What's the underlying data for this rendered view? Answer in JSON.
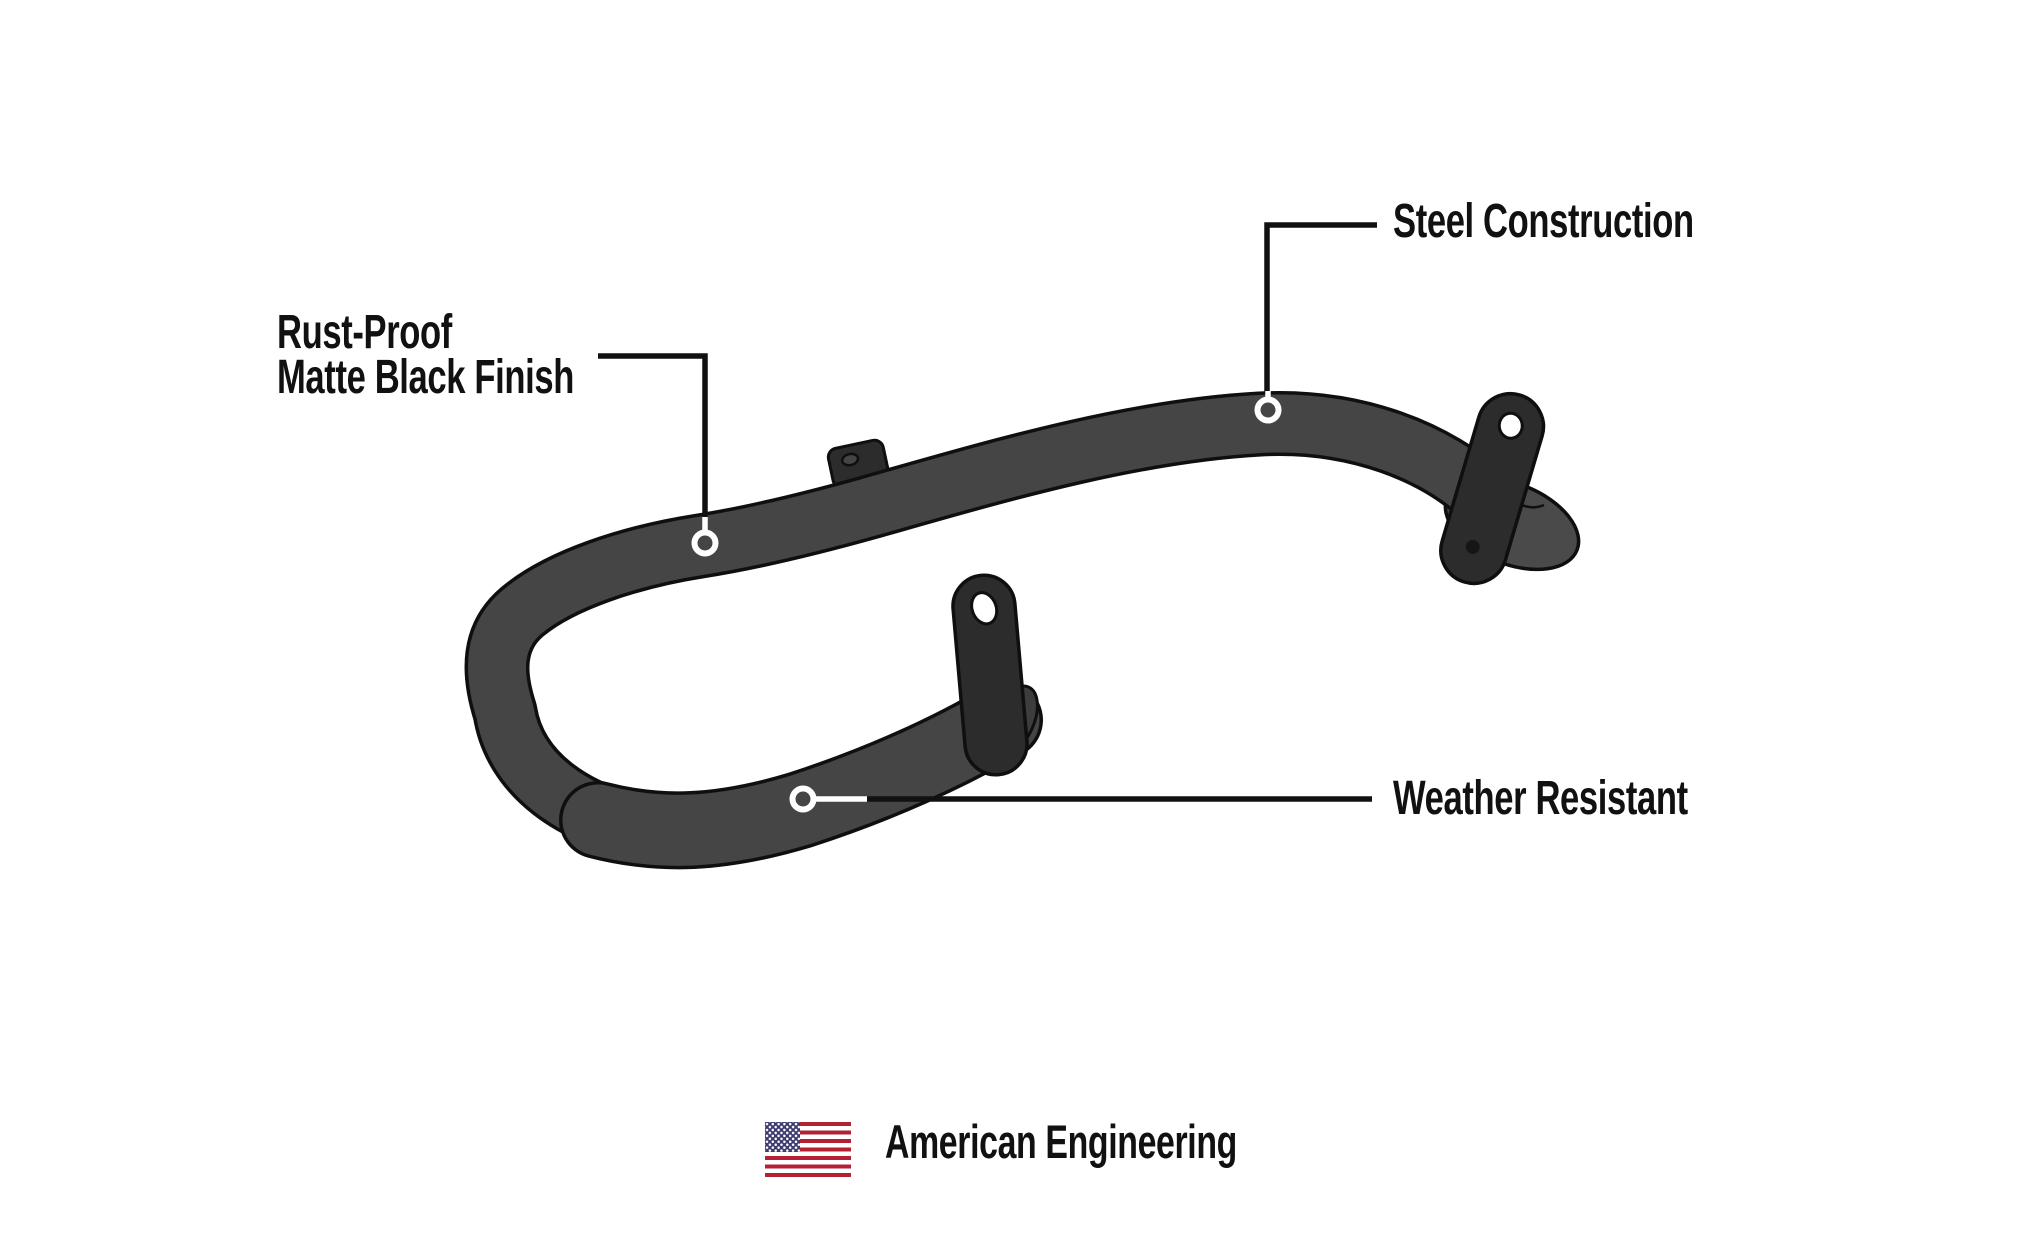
{
  "colors": {
    "background": "#ffffff",
    "tube": "#454545",
    "tube_end_cap": "#3d3d3d",
    "paddle": "#4a4a4a",
    "bracket": "#2c2c2c",
    "bracket_dot": "#161616",
    "tab_hole": "#444444",
    "outline": "#0f0f0f",
    "callout_line": "#111111",
    "marker_ring": "#ffffff",
    "text": "#111111",
    "flag_red": "#b22234",
    "flag_blue": "#3c3b6e",
    "flag_white": "#ffffff"
  },
  "callouts": {
    "steel": {
      "label": "Steel Construction"
    },
    "finish": {
      "label_line1": "Rust-Proof",
      "label_line2": "Matte Black Finish"
    },
    "weather": {
      "label": "Weather Resistant"
    }
  },
  "footer": {
    "label": "American Engineering",
    "flag_icon": "us-flag"
  }
}
